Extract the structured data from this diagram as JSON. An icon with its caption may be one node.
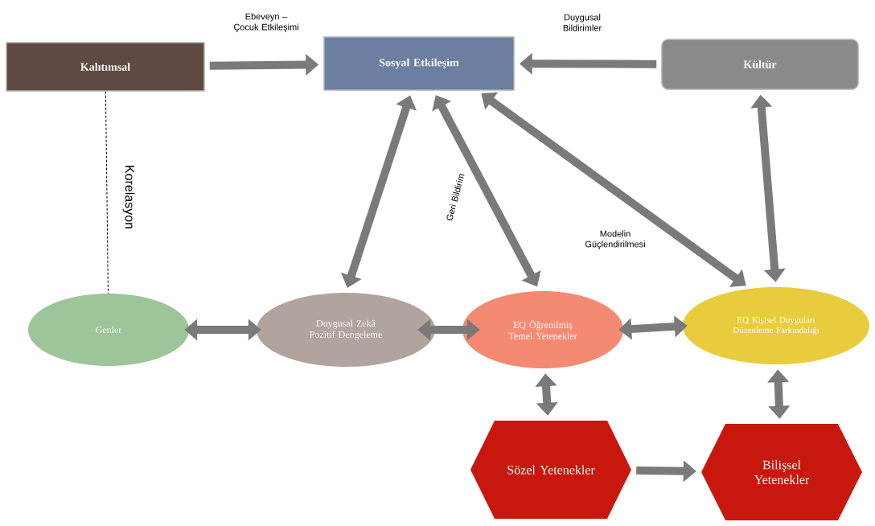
{
  "diagram": {
    "nodes": [
      {
        "text": [
          "Kalıtımsal"
        ]
      },
      {
        "text": [
          "Sosyal Etkileşim"
        ]
      },
      {
        "text": [
          "Kültür"
        ]
      },
      {
        "text": [
          "Genler"
        ]
      },
      {
        "text": [
          "Duygusal Zekâ Pozitif Dengeleme"
        ]
      },
      {
        "text": [
          "EQ Öğrenilmiş Temel Yetenekler"
        ]
      },
      {
        "text": [
          "EQ Kişisel Duyguları Düzenleme Farkındalığı"
        ]
      },
      {
        "text": [
          "Sözel Yetenekler"
        ]
      },
      {
        "text": [
          "Bilişsel Yetenekler"
        ]
      }
    ],
    "edges": [
      {
        "from": 0,
        "to": 1,
        "arrow": "to",
        "label": "Ebeveyn –Çocuk Etkileşimi"
      },
      {
        "from": 2,
        "to": 1,
        "arrow": "to",
        "label": "Duygusal Bildirimler"
      },
      {
        "from": 0,
        "to": 3,
        "arrow": "none",
        "style": "dashed",
        "color": "#000000",
        "label": "Korelasyon"
      },
      {
        "from": 4,
        "to": 1,
        "arrow": "both"
      },
      {
        "from": 5,
        "to": 1,
        "arrow": "both",
        "label": "Geri Bildirim"
      },
      {
        "from": 1,
        "to": 6,
        "arrow": "both"
      },
      {
        "from": 2,
        "to": 6,
        "arrow": "both"
      },
      {
        "from": 3,
        "to": 4,
        "arrow": "both"
      },
      {
        "from": 4,
        "to": 5,
        "arrow": "both"
      },
      {
        "from": 5,
        "to": 6,
        "arrow": "both"
      },
      {
        "from": 5,
        "to": 7,
        "arrow": "both"
      },
      {
        "from": 6,
        "to": 8,
        "arrow": "both"
      },
      {
        "from": 7,
        "to": 8,
        "arrow": "to"
      }
    ],
    "labels": [
      "Modelin Güçlendirilmesi"
    ]
  }
}
